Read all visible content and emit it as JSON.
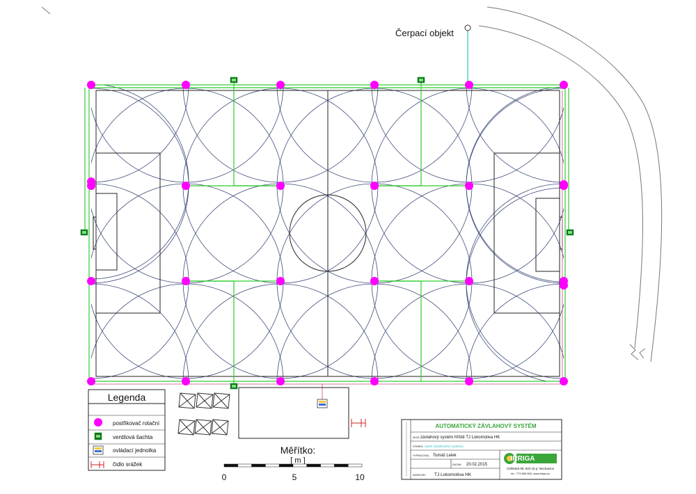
{
  "labels": {
    "pump": "Čerpací objekt",
    "scale_title": "Měřítko:",
    "scale_unit": "[ m ]",
    "scale_ticks": [
      "0",
      "5",
      "10"
    ]
  },
  "legend": {
    "title": "Legenda",
    "items": [
      {
        "key": "sprinkler",
        "label": "postřikovač rotační"
      },
      {
        "key": "valve",
        "label": "ventilová šachta"
      },
      {
        "key": "control",
        "label": "ovládací jednotka"
      },
      {
        "key": "rain",
        "label": "čidlo srážek"
      }
    ]
  },
  "title_block": {
    "system": "AUTOMATICKÝ ZÁVLAHOVÝ SYSTÉM",
    "project_label": "AKCE:",
    "project": "závlahový systém hřiště TJ Lokomotiva HK",
    "drawing_label": "VÝKRES:",
    "drawing": "návrh závlahového systému",
    "author_label": "VYPRACOVAL:",
    "author": "Tomáš Lelek",
    "date_label": "DATUM:",
    "date": "20.02.2015",
    "investor_label": "INVESTOR:",
    "investor": "TJ Lokomotiva HK",
    "company": "IRRIGA",
    "company_address": "Cidlinská 98, 503 15 p. Nechanice",
    "company_contact": "tel.: 773 659 600, www.irriga.cz"
  },
  "colors": {
    "sprinkler": "#ff00ff",
    "pipe": "#2ecc2e",
    "coverage": "#3b4a78",
    "field": "#222222",
    "supply": "#2fbfbf",
    "accent_green": "#3aa63a"
  }
}
